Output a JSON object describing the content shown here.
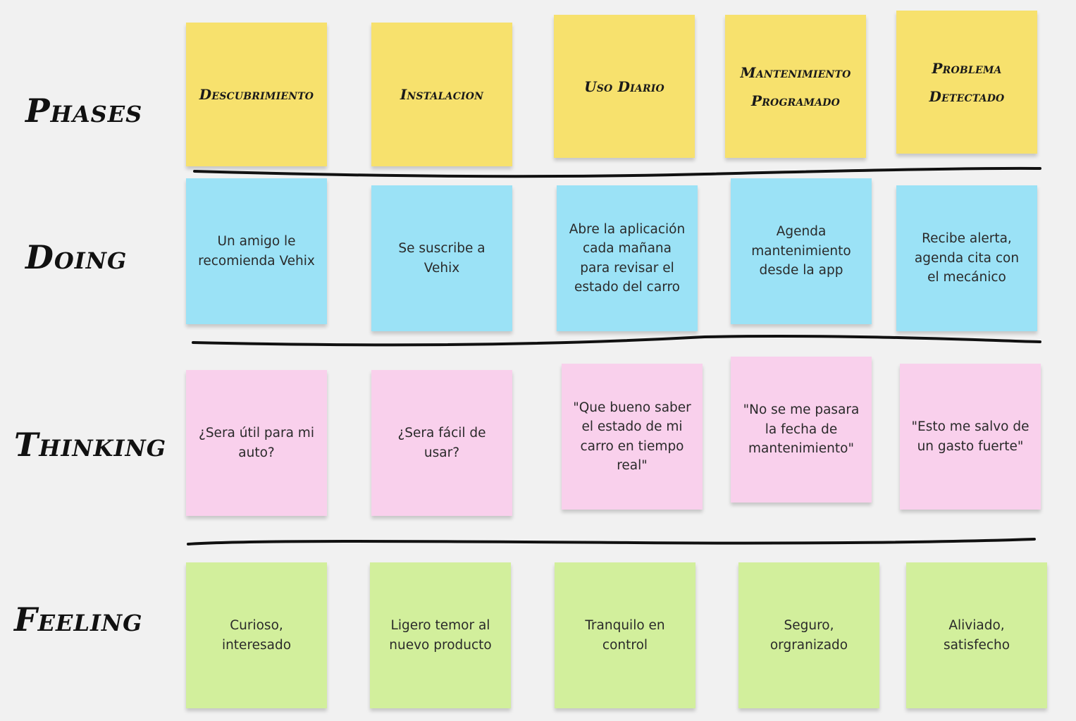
{
  "rows": {
    "phases": "Phases",
    "doing": "Doing",
    "thinking": "Thinking",
    "feeling": "Feeling"
  },
  "phases": [
    "Descubrimiento",
    "Instalacion",
    "Uso Diario",
    "Mantenimiento Programado",
    "Problema Detectado"
  ],
  "doing": [
    "Un amigo le recomienda Vehix",
    "Se suscribe a Vehix",
    "Abre la aplicación cada mañana para revisar el estado del carro",
    "Agenda mantenimiento desde la app",
    "Recibe alerta, agenda cita con el mecánico"
  ],
  "thinking": [
    "¿Sera útil para mi auto?",
    "¿Sera fácil de usar?",
    "\"Que bueno saber el estado de mi carro en tiempo real\"",
    "\"No se me pasara la fecha de mantenimiento\"",
    "\"Esto me salvo de un gasto fuerte\""
  ],
  "feeling": [
    "Curioso, interesado",
    "Ligero temor al nuevo producto",
    "Tranquilo en control",
    "Seguro, orgranizado",
    "Aliviado, satisfecho"
  ],
  "colors": {
    "background": "#f1f1f1",
    "phase_note": "#f7e16d",
    "doing_note": "#9be2f6",
    "thinking_note": "#f9d0ec",
    "feeling_note": "#d2ef9c",
    "divider": "#111111"
  }
}
